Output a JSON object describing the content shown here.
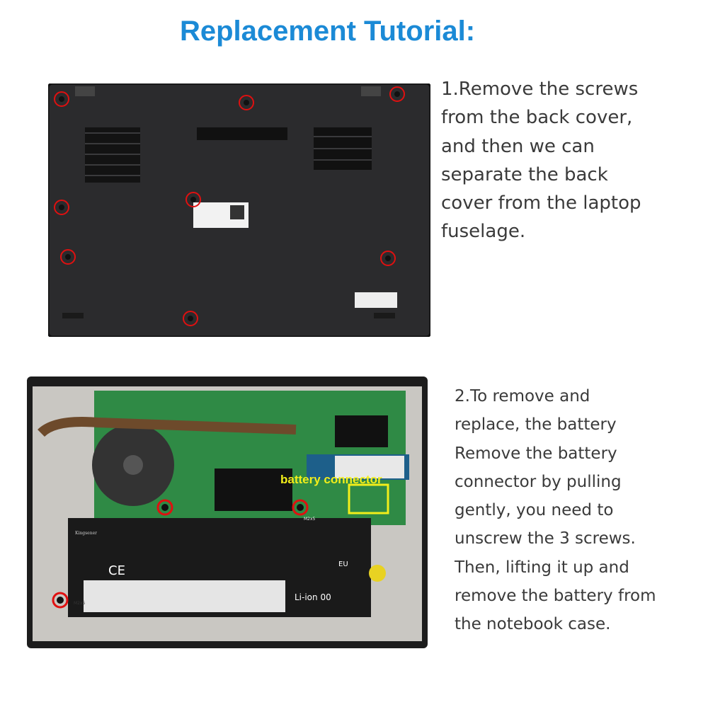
{
  "title": "Replacement Tutorial:",
  "steps": [
    {
      "text": "1.Remove the screws\nfrom the back cover,\nand then we can\nseparate the back\ncover from the laptop\nfuselage."
    },
    {
      "text": "2.To remove and\nreplace, the battery\nRemove the battery\nconnector by pulling\ngently, you need to\nunscrew the 3 screws.\nThen, lifting it up and\nremove the battery from\nthe notebook case."
    }
  ],
  "photo2": {
    "annotation": "battery connector",
    "screw_label": "M2x5",
    "battery_marks": {
      "ce": "CE",
      "eu": "EU",
      "recycle": "Li-ion 00",
      "brand": "Kingsener"
    }
  },
  "colors": {
    "title": "#1b8ad6",
    "highlight_circle": "#e01010",
    "highlight_box": "#f2ee1a"
  }
}
